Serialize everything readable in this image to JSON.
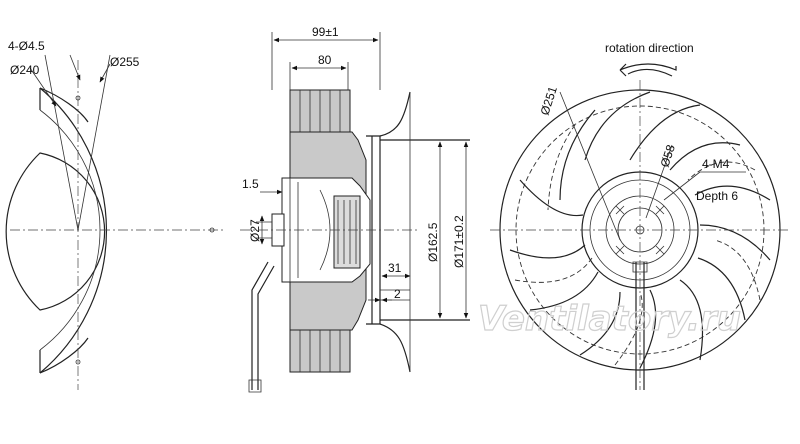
{
  "drawing": {
    "left_view": {
      "hole_label": "4-Ø4.5",
      "d240_label": "Ø240",
      "d255_label": "Ø255"
    },
    "side_view": {
      "overall_length": "99±1",
      "body_length": "80",
      "dim_1_5": "1.5",
      "d27": "Ø27",
      "d162_5": "Ø162.5",
      "d171": "Ø171±0.2",
      "dim_31": "31",
      "dim_2": "2"
    },
    "front_view": {
      "rotation_label": "rotation direction",
      "d251": "Ø251",
      "d58": "Ø58",
      "thread_label": "4-M4",
      "depth_label": "Depth 6"
    },
    "watermark": "Ventilatory.ru"
  }
}
